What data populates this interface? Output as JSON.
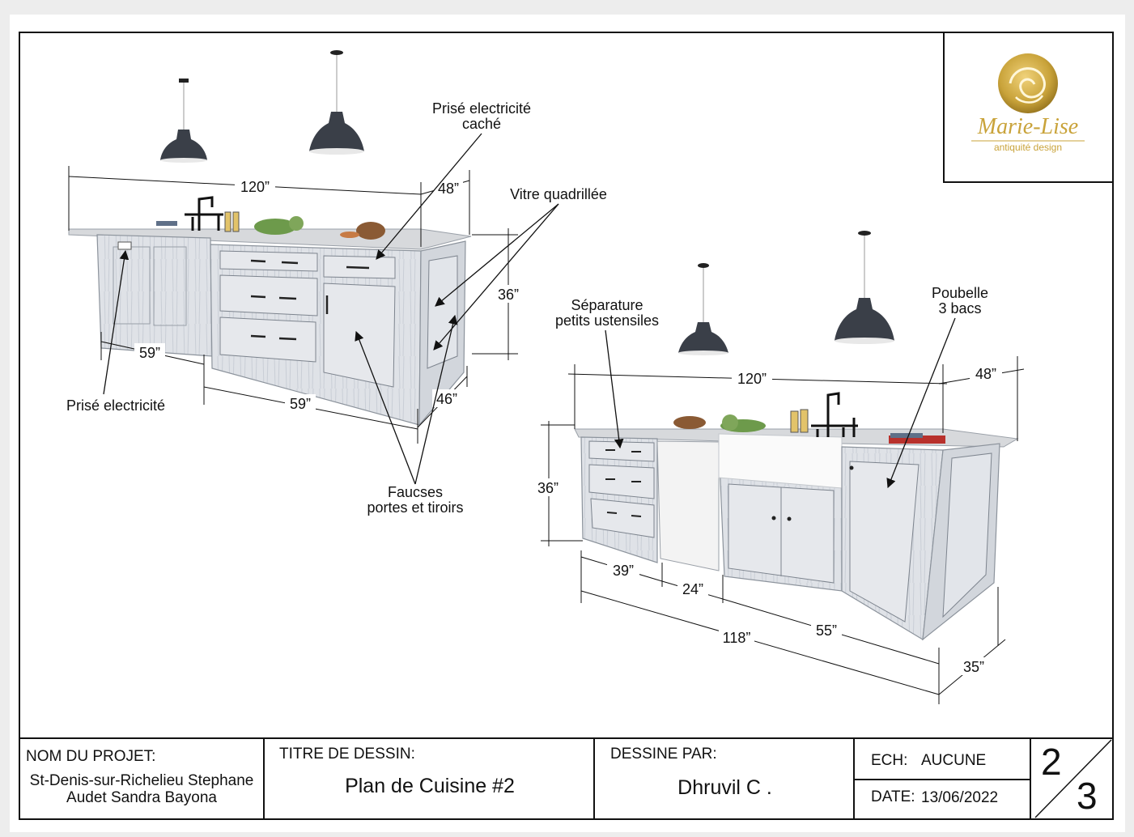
{
  "brand": {
    "name": "Marie-Lise",
    "tagline": "antiquité design",
    "color": "#c9a33a"
  },
  "island_top": {
    "dims": {
      "length": "120”",
      "depth": "48”",
      "height": "36”",
      "front_left": "59”",
      "front_right": "59”",
      "side": "46”"
    },
    "notes": {
      "outlet_hidden_line1": "Prisé electricité",
      "outlet_hidden_line2": "caché",
      "glass_grid": "Vitre quadrillée",
      "outlet": "Prisé electricité",
      "fake_line1": "Faucses",
      "fake_line2": "portes et tiroirs"
    }
  },
  "island_bottom": {
    "dims": {
      "length": "120”",
      "depth": "48”",
      "height": "36”",
      "drawers": "39”",
      "dishwasher": "24”",
      "total": "118”",
      "sink_section": "55”",
      "side": "35”"
    },
    "notes": {
      "separator_line1": "Séparature",
      "separator_line2": "petits ustensiles",
      "trash_line1": "Poubelle",
      "trash_line2": "3 bacs"
    }
  },
  "title_block": {
    "project_label": "NOM DU PROJET:",
    "project_line1": "St-Denis-sur-Richelieu Stephane",
    "project_line2": "Audet Sandra Bayona",
    "drawing_title_label": "TITRE DE DESSIN:",
    "drawing_title": "Plan de Cuisine #2",
    "drawn_by_label": "DESSINE PAR:",
    "drawn_by": "Dhruvil C .",
    "scale_label": "ECH:",
    "scale_value": "AUCUNE",
    "date_label": "DATE:",
    "date_value": "13/06/2022",
    "sheet_number": "2",
    "sheet_total": "3"
  }
}
